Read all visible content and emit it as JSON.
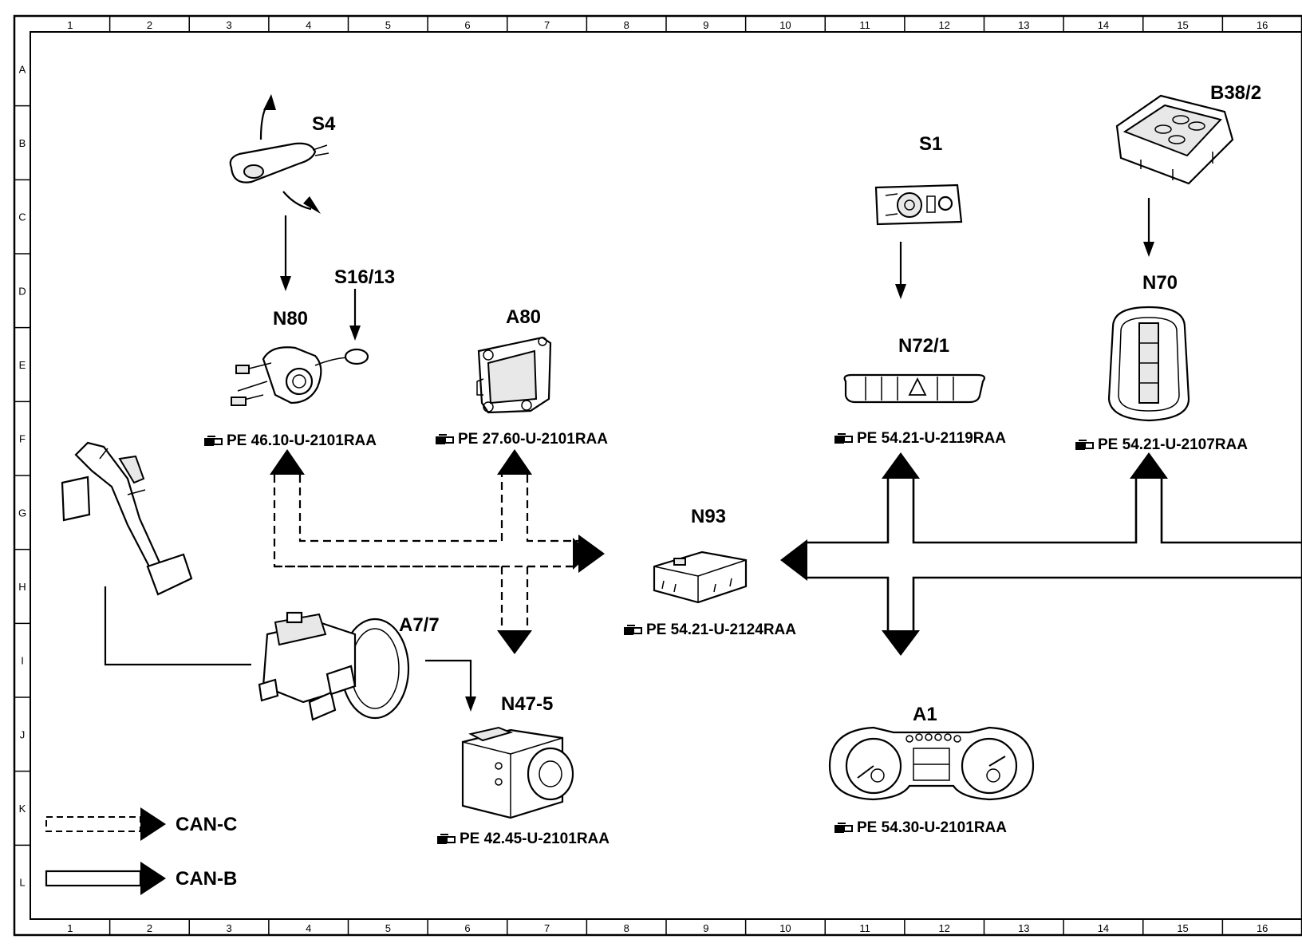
{
  "grid": {
    "columns": [
      "1",
      "2",
      "3",
      "4",
      "5",
      "6",
      "7",
      "8",
      "9",
      "10",
      "11",
      "12",
      "13",
      "14",
      "15",
      "16"
    ],
    "rows": [
      "A",
      "B",
      "C",
      "D",
      "E",
      "F",
      "G",
      "H",
      "I",
      "J",
      "K",
      "L"
    ]
  },
  "components": {
    "s4": "S4",
    "s16_13": "S16/13",
    "n80": "N80",
    "a80": "A80",
    "s1": "S1",
    "b38_2": "B38/2",
    "n70": "N70",
    "n72_1": "N72/1",
    "n93": "N93",
    "a7_7": "A7/7",
    "n47_5": "N47-5",
    "a1": "A1"
  },
  "references": {
    "n80": "PE  46.10-U-2101RAA",
    "a80": "PE  27.60-U-2101RAA",
    "n72_1": "PE  54.21-U-2119RAA",
    "n70": "PE  54.21-U-2107RAA",
    "n93": "PE  54.21-U-2124RAA",
    "n47_5": "PE  42.45-U-2101RAA",
    "a1": "PE  54.30-U-2101RAA"
  },
  "legend": {
    "can_c": "CAN-C",
    "can_b": "CAN-B"
  }
}
